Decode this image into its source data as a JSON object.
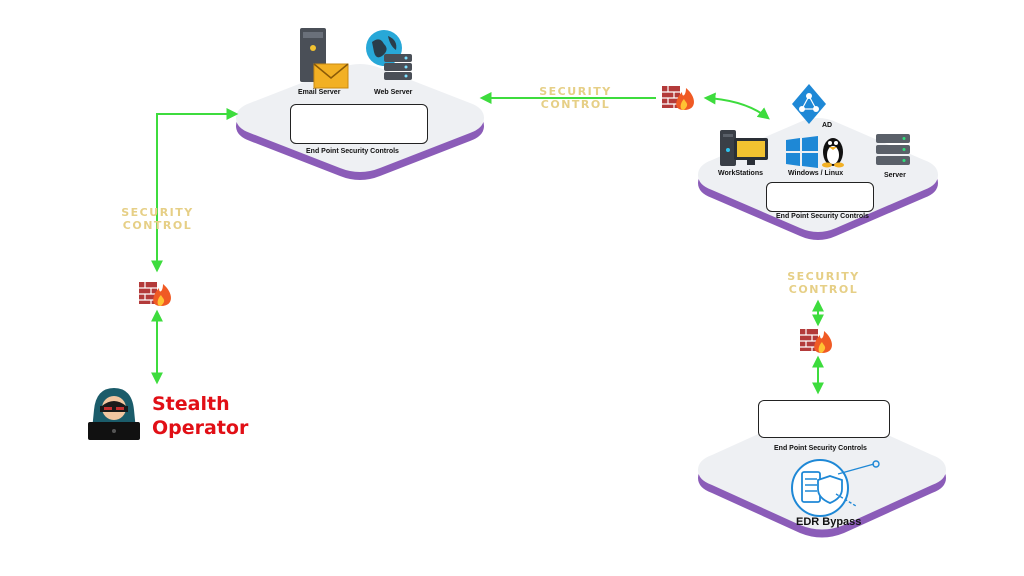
{
  "security_control_label_line1": "SECURITY",
  "security_control_label_line2": "CONTROL",
  "top_node": {
    "email_server": "Email Server",
    "web_server": "Web Server",
    "controls_title": "End Point Security Controls"
  },
  "right_node": {
    "ad": "AD",
    "workstations": "WorkStations",
    "windows_linux": "Windows / Linux",
    "server": "Server",
    "controls_title": "End Point Security Controls"
  },
  "bottom_node": {
    "controls_title": "End Point Security Controls",
    "edr_bypass": "EDR Bypass"
  },
  "operator": {
    "line1": "Stealth",
    "line2": "Operator"
  },
  "colors": {
    "connector": "#3ddc3d",
    "platform_top": "#eef0f3",
    "platform_side": "#8b5cb8",
    "security_label": "#e6cf86",
    "operator_text": "#e10f16",
    "icon_blue": "#1e88d6"
  }
}
